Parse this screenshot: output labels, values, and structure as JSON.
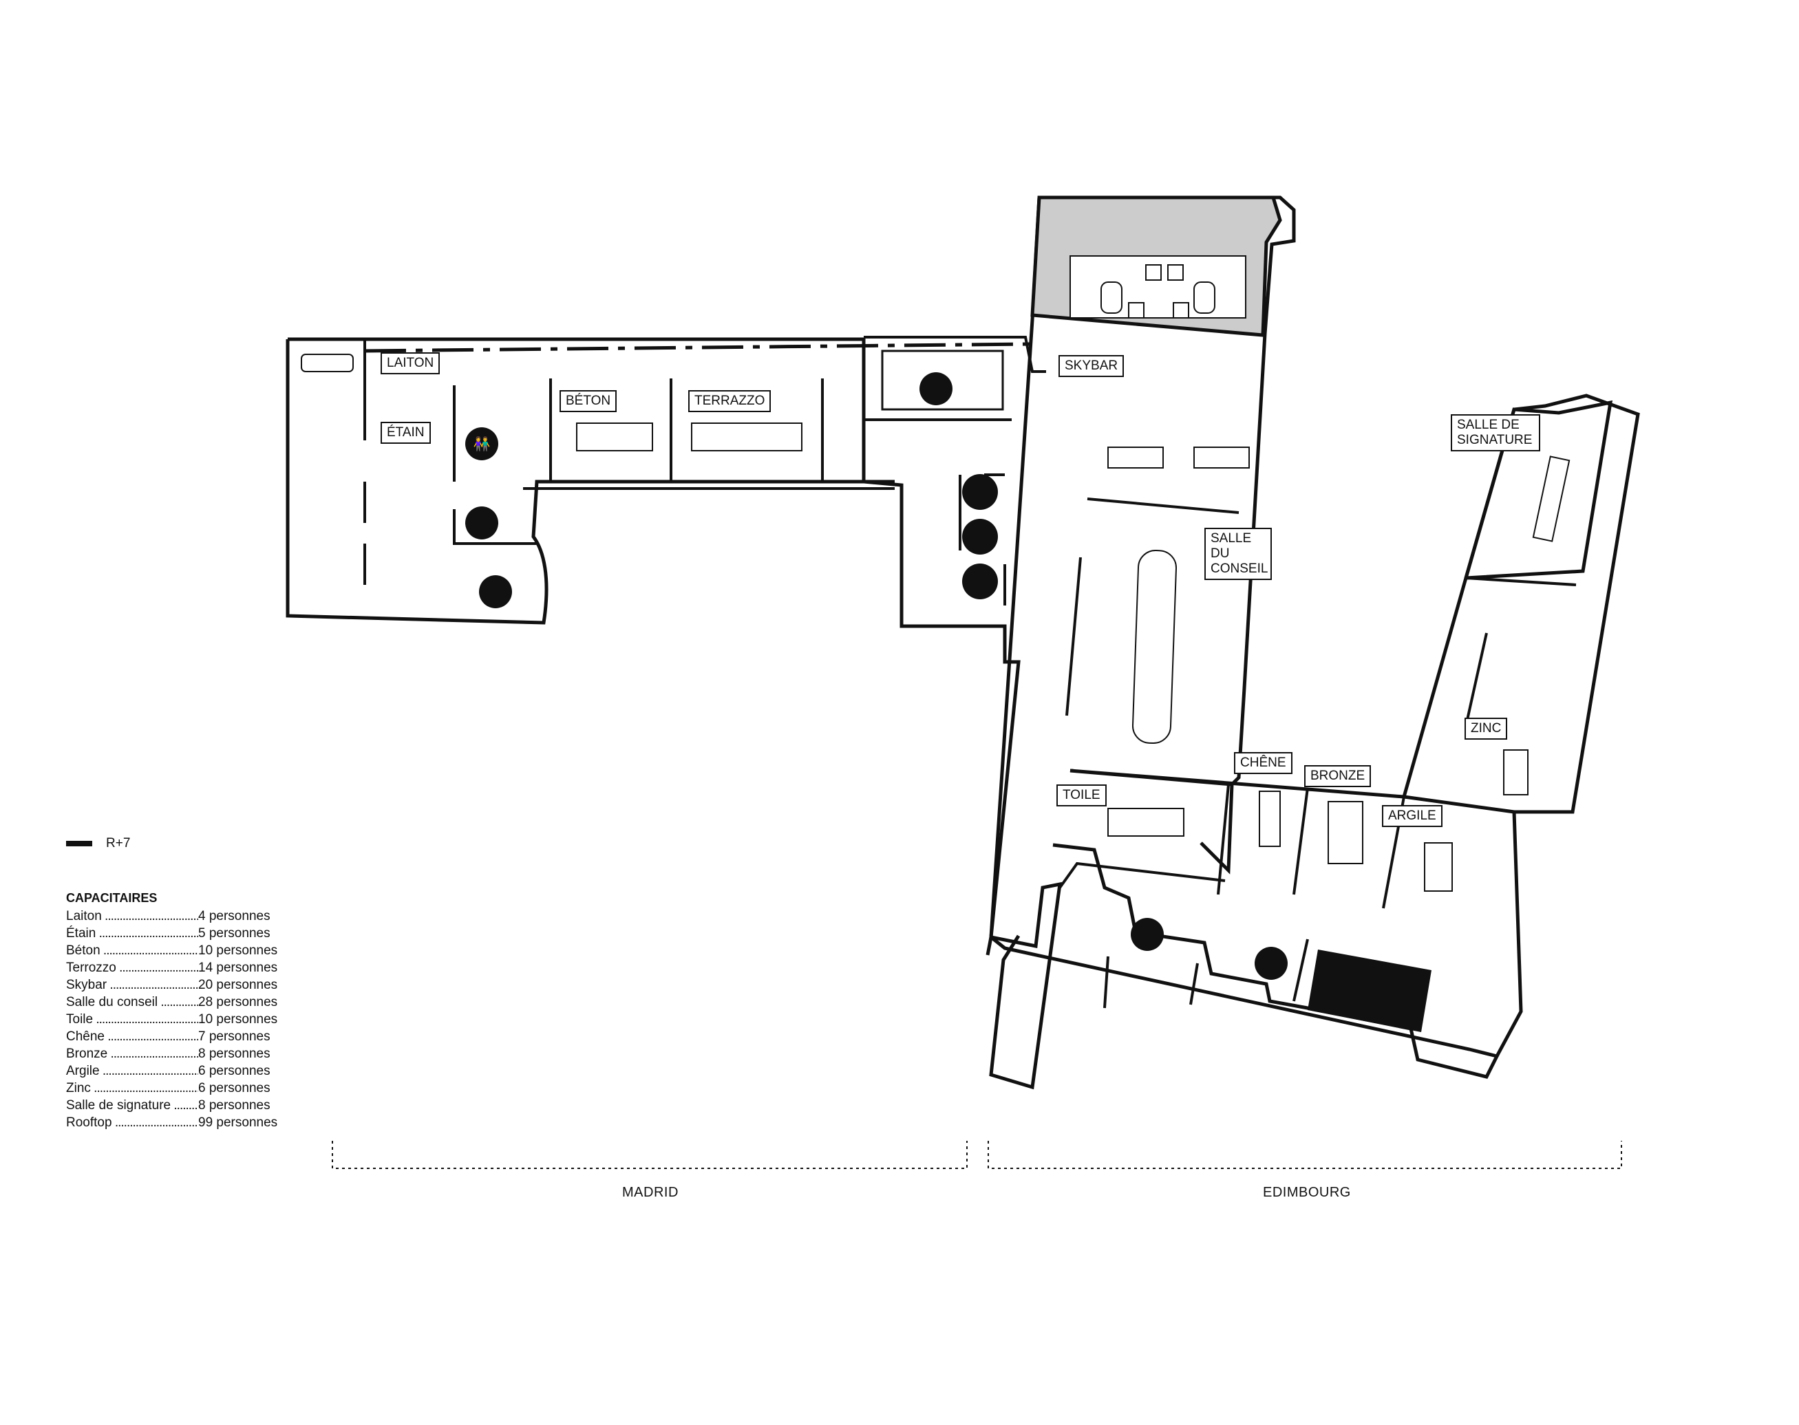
{
  "level": {
    "marker": "R+7"
  },
  "rooms": {
    "laiton": "LAITON",
    "etain": "ÉTAIN",
    "beton": "BÉTON",
    "terrazzo": "TERRAZZO",
    "skybar": "SKYBAR",
    "salle_de_signature": "SALLE DE SIGNATURE",
    "salle_du_conseil": "SALLE DU CONSEIL",
    "zinc": "ZINC",
    "chene": "CHÊNE",
    "bronze": "BRONZE",
    "toile": "TOILE",
    "argile": "ARGILE"
  },
  "wings": {
    "madrid": "MADRID",
    "edimbourg": "EDIMBOURG"
  },
  "capacity": {
    "title": "CAPACITAIRES",
    "rows": [
      {
        "room": "Laiton",
        "capacity": "4 personnes"
      },
      {
        "room": "Étain",
        "capacity": "5 personnes"
      },
      {
        "room": "Béton",
        "capacity": "10 personnes"
      },
      {
        "room": "Terrozzo",
        "capacity": "14 personnes"
      },
      {
        "room": "Skybar",
        "capacity": "20 personnes"
      },
      {
        "room": "Salle du conseil",
        "capacity": "28 personnes"
      },
      {
        "room": "Toile",
        "capacity": "10 personnes"
      },
      {
        "room": "Chêne",
        "capacity": "7 personnes"
      },
      {
        "room": "Bronze",
        "capacity": "8 personnes"
      },
      {
        "room": "Argile",
        "capacity": "6 personnes"
      },
      {
        "room": "Zinc",
        "capacity": "6 personnes"
      },
      {
        "room": "Salle de signature",
        "capacity": "8 personnes"
      },
      {
        "room": "Rooftop",
        "capacity": "99 personnes"
      }
    ]
  },
  "icons": {
    "restroom": "restroom-icon",
    "stairs": "stairs-icon",
    "elevator": "elevator-icon"
  },
  "colors": {
    "ink": "#111111",
    "rooftop": "#cccccc",
    "background": "#ffffff"
  }
}
